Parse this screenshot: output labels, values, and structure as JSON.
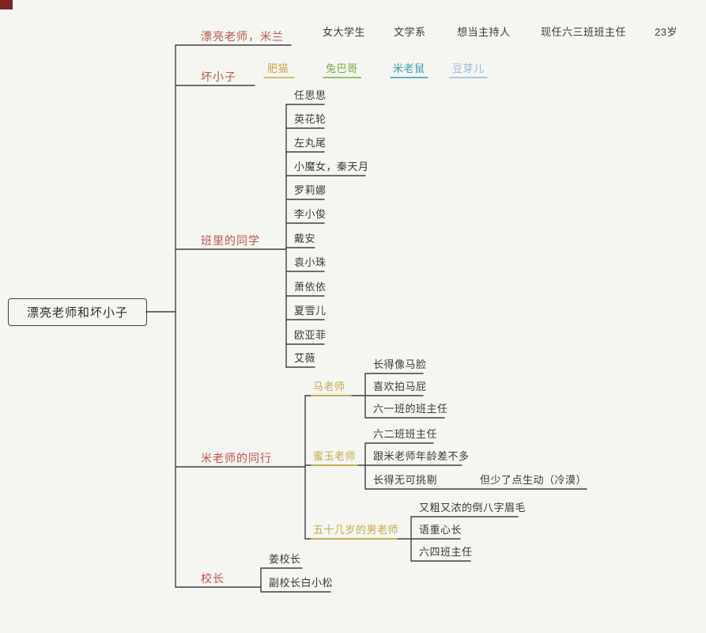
{
  "title": "漂亮老师和坏小子",
  "colors": {
    "background": "#f5f5f2",
    "line": "#404040",
    "branch_red": "#c0544a",
    "node_text": "#3a3a3a",
    "fatcat_yellow": "#c3ab45",
    "bugs_green": "#76ad47",
    "mickey_teal": "#2f9fae",
    "sprout_blue": "#95b8d8",
    "teacher_yellow": "#cdb44c",
    "corner_mark": "#7b2424"
  },
  "root": {
    "label": "漂亮老师和坏小子"
  },
  "branches": [
    {
      "label": "漂亮老师，米兰",
      "children": [
        {
          "label": "女大学生"
        },
        {
          "label": "文学系"
        },
        {
          "label": "想当主持人"
        },
        {
          "label": "现任六三班班主任"
        },
        {
          "label": "23岁"
        }
      ]
    },
    {
      "label": "坏小子",
      "children": [
        {
          "label": "肥猫"
        },
        {
          "label": "兔巴哥"
        },
        {
          "label": "米老鼠"
        },
        {
          "label": "豆芽儿"
        }
      ]
    },
    {
      "label": "班里的同学",
      "children": [
        {
          "label": "任思思"
        },
        {
          "label": "英花轮"
        },
        {
          "label": "左丸尾"
        },
        {
          "label": "小魔女，秦天月"
        },
        {
          "label": "罗莉娜"
        },
        {
          "label": "李小俊"
        },
        {
          "label": "戴安"
        },
        {
          "label": "袁小珠"
        },
        {
          "label": "萧依依"
        },
        {
          "label": "夏雪儿"
        },
        {
          "label": "欧亚菲"
        },
        {
          "label": "艾薇"
        }
      ]
    },
    {
      "label": "米老师的同行",
      "children": [
        {
          "label": "马老师",
          "children": [
            {
              "label": "长得像马脸"
            },
            {
              "label": "喜欢拍马屁"
            },
            {
              "label": "六一班的班主任"
            }
          ]
        },
        {
          "label": "蜜玉老师",
          "children": [
            {
              "label": "六二班班主任"
            },
            {
              "label": "跟米老师年龄差不多"
            },
            {
              "label": "长得无可挑剔　　　　但少了点生动（冷漠）"
            }
          ]
        },
        {
          "label": "五十几岁的男老师",
          "children": [
            {
              "label": "又粗又浓的倒八字眉毛"
            },
            {
              "label": "语重心长"
            },
            {
              "label": "六四班主任"
            }
          ]
        }
      ]
    },
    {
      "label": "校长",
      "children": [
        {
          "label": "姜校长"
        },
        {
          "label": "副校长白小松"
        }
      ]
    }
  ]
}
